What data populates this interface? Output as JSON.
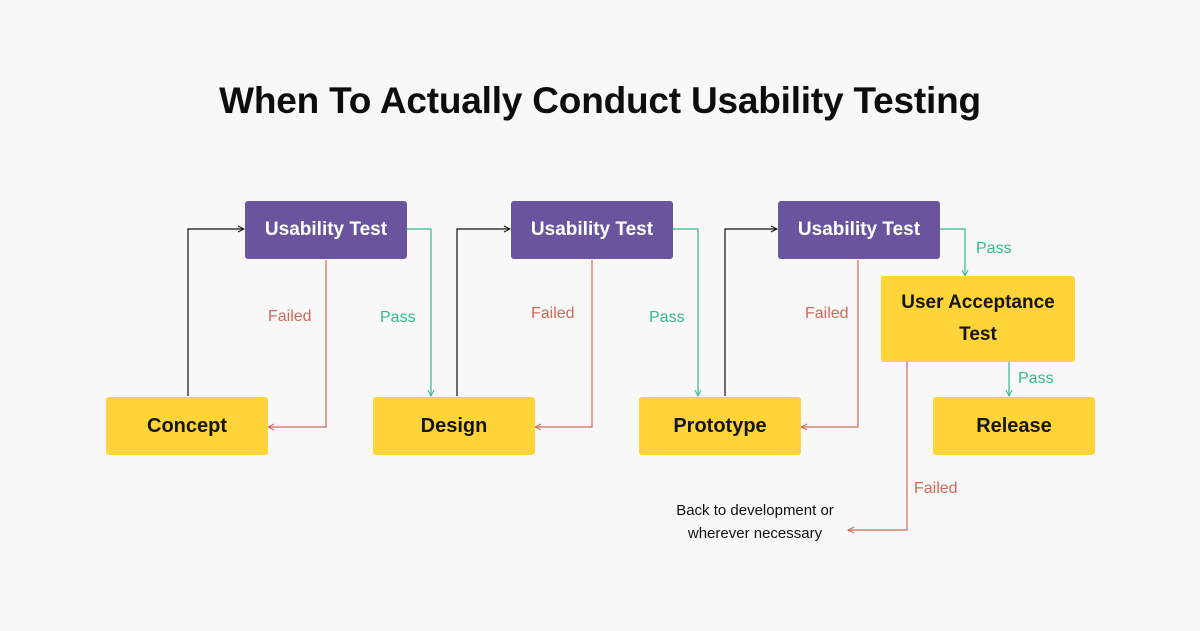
{
  "title": "When To Actually Conduct Usability Testing",
  "stages": {
    "concept": "Concept",
    "design": "Design",
    "prototype": "Prototype",
    "release": "Release"
  },
  "tests": [
    "Usability Test",
    "Usability Test",
    "Usability Test"
  ],
  "uat": {
    "line1": "User Acceptance",
    "line2": "Test"
  },
  "labels": {
    "failed": "Failed",
    "pass": "Pass"
  },
  "note": {
    "line1": "Back to development or",
    "line2": "wherever necessary"
  },
  "colors": {
    "test_box": "#6b549e",
    "stage_box": "#fed439",
    "pass": "#36b98c",
    "failed": "#cf6a59",
    "neutral": "#111111",
    "background": "#f8f8f8"
  }
}
